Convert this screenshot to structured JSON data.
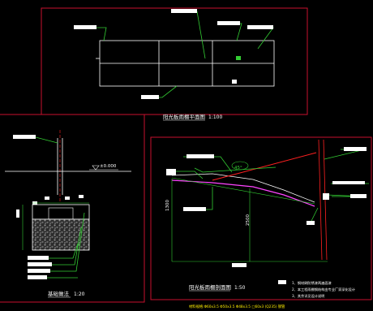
{
  "colors": {
    "background": "#000000",
    "frame": "#c8102e",
    "green": "#33cc33",
    "white": "#ffffff",
    "red": "#ff2020",
    "magenta": "#ff44ff",
    "yellow": "#ffee00"
  },
  "plan": {
    "title": "阳光板雨棚平面图",
    "scale": "1:100"
  },
  "foundation": {
    "title": "基础做法",
    "scale": "1:20",
    "level": "±0.000"
  },
  "section": {
    "title": "阳光板雨棚剖面图",
    "scale": "1:50",
    "dim_height": "2500",
    "dim_label": "1300",
    "angle_label": "45°",
    "notes": [
      "1、钢材刷防锈漆两遍面漆",
      "2、本工程雨棚钢结构由专业厂家深化设计",
      "3、其余详见设计说明"
    ],
    "materials_line": "材料规格:Φ60x3.5  Φ50x3.5  Φ48x3.5  □60x3 (Q235) 钢管"
  }
}
